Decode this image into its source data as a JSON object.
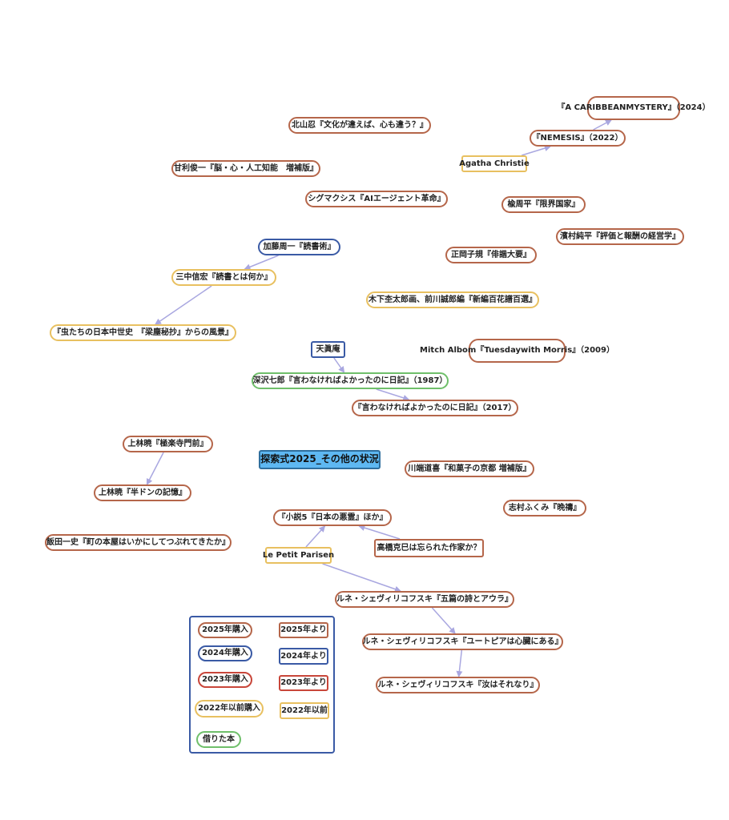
{
  "colors": {
    "p2025": "#b5664a",
    "p2024": "#3a5aa5",
    "p2023": "#c8463a",
    "p2022": "#e8c060",
    "borrowed": "#6fbf6a",
    "root_fill": "#5eb8f2",
    "edge": "#a9a7e0"
  },
  "root": {
    "label": "探索式2025_その他の状況"
  },
  "nodes": [
    {
      "id": "caribbean",
      "lines": [
        "『A CARIBBEAN",
        "MYSTERY』（2024）"
      ],
      "cat": "p2025",
      "shape": "pill"
    },
    {
      "id": "nemesis",
      "lines": [
        "『NEMESIS』（2022）"
      ],
      "cat": "p2025",
      "shape": "pill"
    },
    {
      "id": "agatha",
      "lines": [
        "Agatha Christie"
      ],
      "cat": "p2022",
      "shape": "square"
    },
    {
      "id": "kitayama",
      "lines": [
        "北山忍『文化が違えば、心も違う？』"
      ],
      "cat": "p2025",
      "shape": "pill"
    },
    {
      "id": "amari",
      "lines": [
        "甘利俊一『脳・心・人工知能　増補版』"
      ],
      "cat": "p2025",
      "shape": "pill"
    },
    {
      "id": "sigmaxis",
      "lines": [
        "シグマクシス『AIエージェント革命』"
      ],
      "cat": "p2025",
      "shape": "pill"
    },
    {
      "id": "yu",
      "lines": [
        "楡周平『限界国家』"
      ],
      "cat": "p2025",
      "shape": "pill"
    },
    {
      "id": "hamamura",
      "lines": [
        "濱村純平『評価と報酬の経営学』"
      ],
      "cat": "p2025",
      "shape": "pill"
    },
    {
      "id": "masaoka",
      "lines": [
        "正岡子規『俳諧大要』"
      ],
      "cat": "p2025",
      "shape": "pill"
    },
    {
      "id": "kato",
      "lines": [
        "加藤周一『読書術』"
      ],
      "cat": "p2024",
      "shape": "pill"
    },
    {
      "id": "minaka",
      "lines": [
        "三中信宏『読書とは何か』"
      ],
      "cat": "p2022",
      "shape": "pill"
    },
    {
      "id": "kinoshita",
      "lines": [
        "木下杢太郎画、前川誠郎編『新編百花譜百選』"
      ],
      "cat": "p2022",
      "shape": "pill"
    },
    {
      "id": "mushi",
      "lines": [
        "『虫たちの日本中世史　『梁塵秘抄』からの風景』"
      ],
      "cat": "p2022",
      "shape": "pill"
    },
    {
      "id": "mitch",
      "lines": [
        "Mitch Albom『Tuesday",
        "with Morris』（2009）"
      ],
      "cat": "p2025",
      "shape": "pill"
    },
    {
      "id": "tenshinan",
      "lines": [
        "天眞庵"
      ],
      "cat": "p2024",
      "shape": "square"
    },
    {
      "id": "fukazawa",
      "lines": [
        "深沢七郎『言わなければよかったのに日記』（1987）"
      ],
      "cat": "borrowed",
      "shape": "pill"
    },
    {
      "id": "iwanakereba",
      "lines": [
        "『言わなければよかったのに日記』（2017）"
      ],
      "cat": "p2025",
      "shape": "pill"
    },
    {
      "id": "kamibayashi1",
      "lines": [
        "上林暁『極楽寺門前』"
      ],
      "cat": "p2025",
      "shape": "pill"
    },
    {
      "id": "kawabata",
      "lines": [
        "川端道喜『和菓子の京都 増補版』"
      ],
      "cat": "p2025",
      "shape": "pill"
    },
    {
      "id": "kamibayashi2",
      "lines": [
        "上林暁『半ドンの記憶』"
      ],
      "cat": "p2025",
      "shape": "pill"
    },
    {
      "id": "shimura",
      "lines": [
        "志村ふくみ『晩禱』"
      ],
      "cat": "p2025",
      "shape": "pill"
    },
    {
      "id": "shosetsu5",
      "lines": [
        "『小説5『日本の悪霊』ほか』"
      ],
      "cat": "p2025",
      "shape": "pill"
    },
    {
      "id": "iida",
      "lines": [
        "飯田一史『町の本屋はいかにしてつぶれてきたか』"
      ],
      "cat": "p2025",
      "shape": "pill"
    },
    {
      "id": "takahashi",
      "lines": [
        "高橋克巳は忘られた作家か？"
      ],
      "cat": "p2025",
      "shape": "square"
    },
    {
      "id": "lepetit",
      "lines": [
        "Le Petit Parisen"
      ],
      "cat": "p2022",
      "shape": "square"
    },
    {
      "id": "rene1",
      "lines": [
        "ルネ・シェヴィリコフスキ『五篇の詩とアウラ』"
      ],
      "cat": "p2025",
      "shape": "pill"
    },
    {
      "id": "rene2",
      "lines": [
        "ルネ・シェヴィリコフスキ『ユートピアは心臓にある』"
      ],
      "cat": "p2025",
      "shape": "pill"
    },
    {
      "id": "rene3",
      "lines": [
        "ルネ・シェヴィリコフスキ『汝はそれなり』"
      ],
      "cat": "p2025",
      "shape": "pill"
    }
  ],
  "edges": [
    [
      "agatha",
      "nemesis"
    ],
    [
      "nemesis",
      "caribbean"
    ],
    [
      "kato",
      "minaka"
    ],
    [
      "minaka",
      "mushi"
    ],
    [
      "tenshinan",
      "fukazawa"
    ],
    [
      "fukazawa",
      "iwanakereba"
    ],
    [
      "kamibayashi1",
      "kamibayashi2"
    ],
    [
      "lepetit",
      "shosetsu5"
    ],
    [
      "takahashi",
      "shosetsu5"
    ],
    [
      "lepetit",
      "rene1"
    ],
    [
      "rene1",
      "rene2"
    ],
    [
      "rene2",
      "rene3"
    ]
  ],
  "legend": {
    "items": [
      {
        "id": "lg-2025-buy",
        "label": "2025年購入",
        "cat": "p2025",
        "shape": "pill"
      },
      {
        "id": "lg-2025-from",
        "label": "2025年より",
        "cat": "p2025",
        "shape": "square"
      },
      {
        "id": "lg-2024-buy",
        "label": "2024年購入",
        "cat": "p2024",
        "shape": "pill"
      },
      {
        "id": "lg-2024-from",
        "label": "2024年より",
        "cat": "p2024",
        "shape": "square"
      },
      {
        "id": "lg-2023-buy",
        "label": "2023年購入",
        "cat": "p2023",
        "shape": "pill"
      },
      {
        "id": "lg-2023-from",
        "label": "2023年より",
        "cat": "p2023",
        "shape": "square"
      },
      {
        "id": "lg-2022-buy",
        "label": "2022年以前購入",
        "cat": "p2022",
        "shape": "pill"
      },
      {
        "id": "lg-2022-before",
        "label": "2022年以前",
        "cat": "p2022",
        "shape": "square"
      },
      {
        "id": "lg-borrowed",
        "label": "借りた本",
        "cat": "borrowed",
        "shape": "pill"
      }
    ]
  }
}
